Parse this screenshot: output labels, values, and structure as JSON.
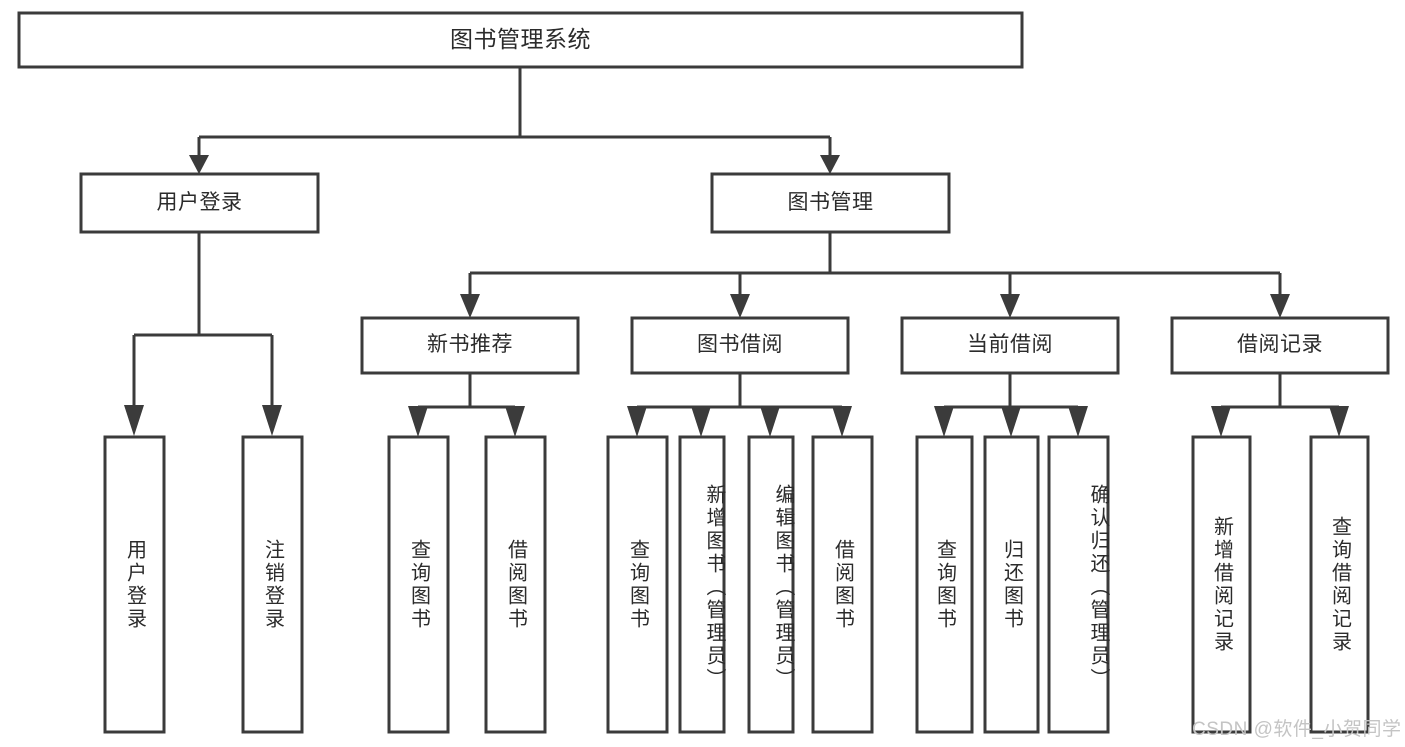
{
  "diagram": {
    "type": "tree-hierarchy",
    "root": {
      "id": "root",
      "label": "图书管理系统"
    },
    "level2": [
      {
        "id": "user-login",
        "label": "用户登录"
      },
      {
        "id": "book-management",
        "label": "图书管理"
      }
    ],
    "level3": [
      {
        "id": "new-book-recommend",
        "label": "新书推荐",
        "parent": "book-management"
      },
      {
        "id": "book-borrow",
        "label": "图书借阅",
        "parent": "book-management"
      },
      {
        "id": "current-borrow",
        "label": "当前借阅",
        "parent": "book-management"
      },
      {
        "id": "borrow-record",
        "label": "借阅记录",
        "parent": "book-management"
      }
    ],
    "leaves": [
      {
        "id": "leaf-user-login",
        "label": "用户登录",
        "parent": "user-login"
      },
      {
        "id": "leaf-logout-login",
        "label": "注销登录",
        "parent": "user-login"
      },
      {
        "id": "leaf-query-book-1",
        "label": "查询图书",
        "parent": "new-book-recommend"
      },
      {
        "id": "leaf-borrow-book-1",
        "label": "借阅图书",
        "parent": "new-book-recommend"
      },
      {
        "id": "leaf-query-book-2",
        "label": "查询图书",
        "parent": "book-borrow"
      },
      {
        "id": "leaf-add-book",
        "label": "新增图书（管理员）",
        "parent": "book-borrow"
      },
      {
        "id": "leaf-edit-book",
        "label": "编辑图书（管理员）",
        "parent": "book-borrow"
      },
      {
        "id": "leaf-borrow-book-2",
        "label": "借阅图书",
        "parent": "book-borrow"
      },
      {
        "id": "leaf-query-book-3",
        "label": "查询图书",
        "parent": "current-borrow"
      },
      {
        "id": "leaf-return-book",
        "label": "归还图书",
        "parent": "current-borrow"
      },
      {
        "id": "leaf-confirm-return",
        "label": "确认归还（管理员）",
        "parent": "current-borrow"
      },
      {
        "id": "leaf-add-record",
        "label": "新增借阅记录",
        "parent": "borrow-record"
      },
      {
        "id": "leaf-query-record",
        "label": "查询借阅记录",
        "parent": "borrow-record"
      }
    ]
  },
  "watermark": {
    "text": "CSDN @软件_小贺同学"
  },
  "colors": {
    "stroke": "#3b3b3b",
    "box_fill": "#ffffff",
    "text": "#2b2b2b",
    "background": "#ffffff",
    "watermark": "#c4c4c4"
  }
}
